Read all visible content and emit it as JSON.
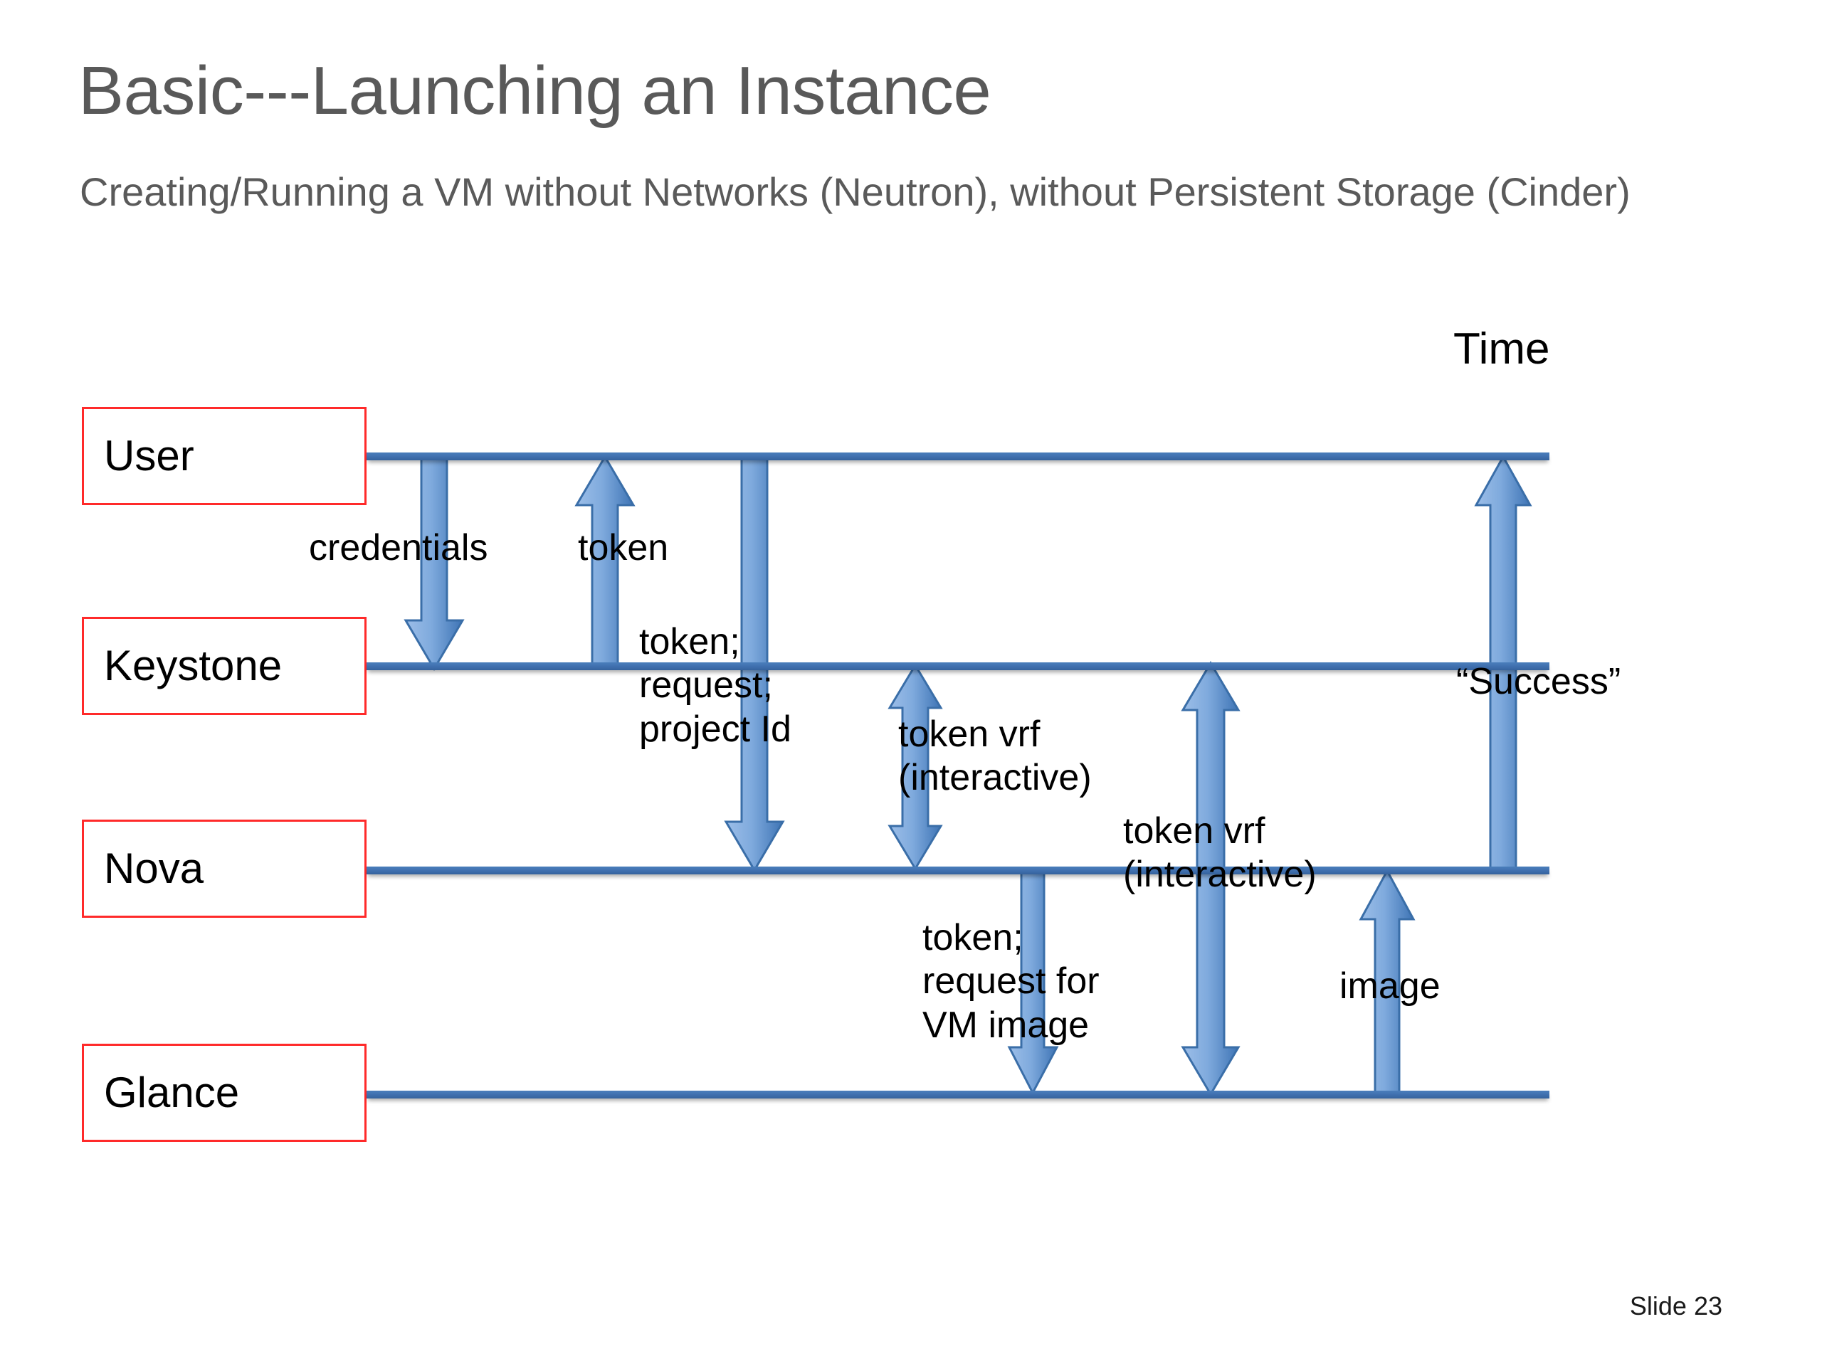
{
  "slide": {
    "title": "Basic---Launching an Instance",
    "subtitle": "Creating/Running a VM without Networks (Neutron), without Persistent Storage (Cinder)",
    "slide_number": "Slide 23",
    "time_axis_label": "Time",
    "colors": {
      "title_gray": "#595959",
      "actor_box_border_red": "#FF2A2A",
      "arrow_blue_light": "#8EB4E3",
      "arrow_blue_dark": "#4A7EBB",
      "lifeline_blue": "#4A7EBB",
      "background": "#FFFFFF"
    }
  },
  "actors": [
    {
      "id": "user",
      "label": "User"
    },
    {
      "id": "keystone",
      "label": "Keystone"
    },
    {
      "id": "nova",
      "label": "Nova"
    },
    {
      "id": "glance",
      "label": "Glance"
    }
  ],
  "messages": [
    {
      "id": "credentials",
      "label": "credentials",
      "from": "user",
      "to": "keystone",
      "direction": "down"
    },
    {
      "id": "token",
      "label": "token",
      "from": "keystone",
      "to": "user",
      "direction": "up"
    },
    {
      "id": "token-request",
      "label": "token;\nrequest;\nproject Id",
      "from": "user",
      "to": "nova",
      "direction": "down"
    },
    {
      "id": "token-vrf-1",
      "label": "token vrf\n(interactive)",
      "from": "nova",
      "to": "keystone",
      "direction": "both"
    },
    {
      "id": "vm-image-request",
      "label": "token;\nrequest for\nVM image",
      "from": "nova",
      "to": "glance",
      "direction": "down"
    },
    {
      "id": "token-vrf-2",
      "label": "token vrf\n(interactive)",
      "from": "keystone",
      "to": "glance",
      "direction": "both"
    },
    {
      "id": "image",
      "label": "image",
      "from": "glance",
      "to": "nova",
      "direction": "up"
    },
    {
      "id": "success",
      "label": "“Success”",
      "from": "nova",
      "to": "user",
      "direction": "up"
    }
  ]
}
